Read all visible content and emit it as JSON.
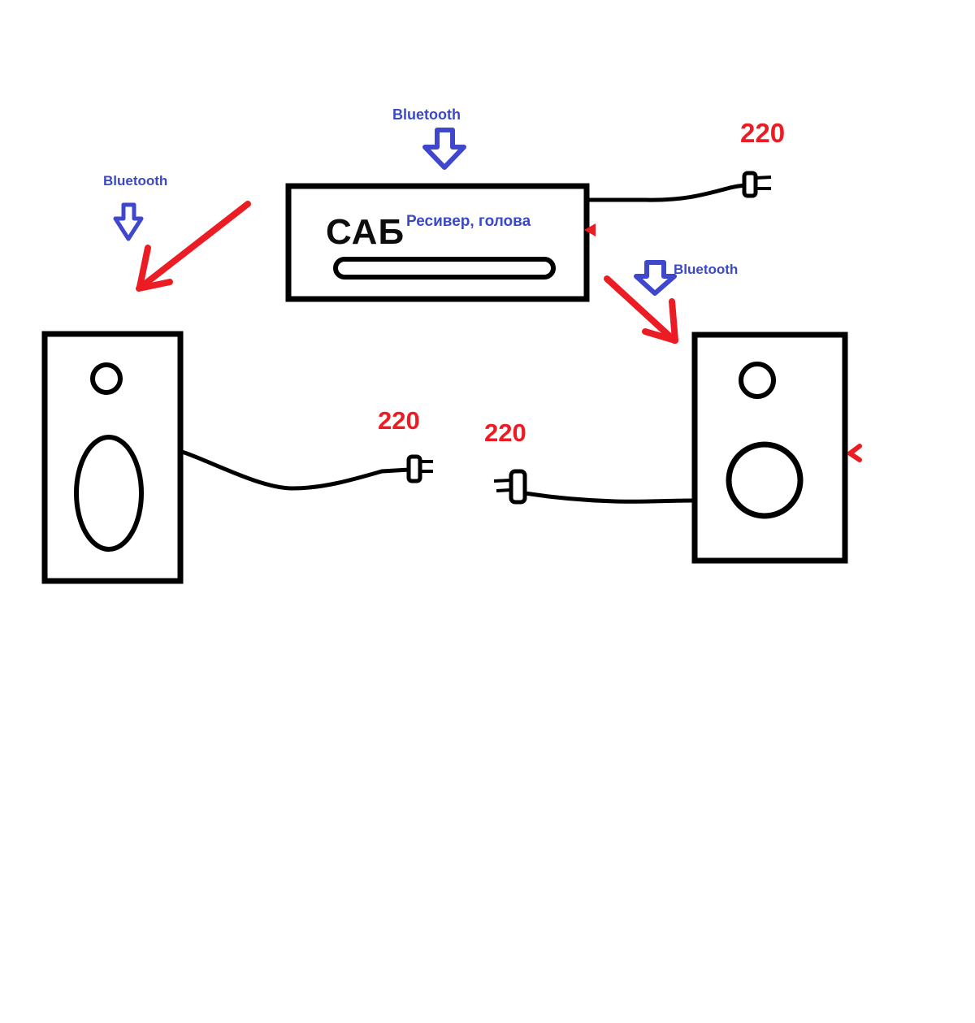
{
  "colors": {
    "ink": "#000000",
    "blue_arrow": "#3f48cc",
    "blue_text": "#3b49c8",
    "red": "#ec1c24",
    "background": "#ffffff"
  },
  "receiver": {
    "name_label": "САБ",
    "sublabel": "Ресивер, голова"
  },
  "bluetooth": {
    "top": "Bluetooth",
    "left": "Bluetooth",
    "right": "Bluetooth"
  },
  "power": {
    "top_right": "220",
    "mid_left": "220",
    "mid_right": "220"
  },
  "icons": {
    "bluetooth_arrow": "down-arrow-icon",
    "power_plug": "plug-icon",
    "red_pointer": "arrowhead-icon"
  }
}
